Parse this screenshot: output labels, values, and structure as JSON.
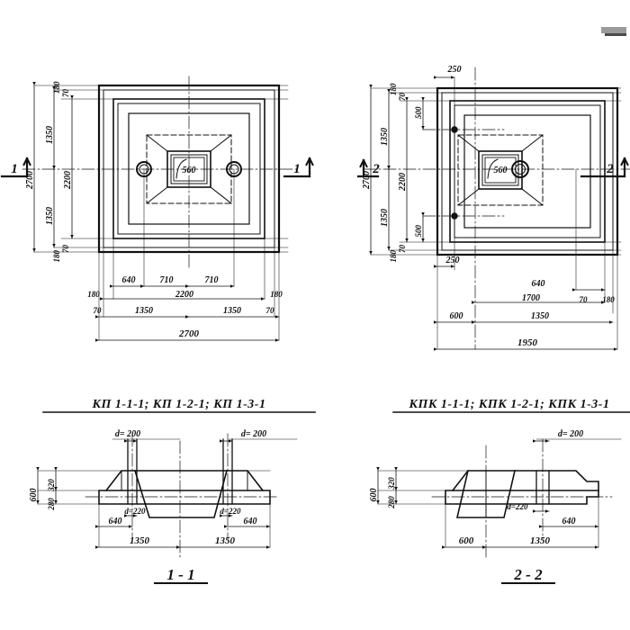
{
  "document": {
    "type": "engineering-drawing",
    "language": "ru",
    "sheet_title": "",
    "units": "mm"
  },
  "views": {
    "plan_left": {
      "name": "plan-kp",
      "title": "КП 1-1-1; КП 1-2-1; КП 1-3-1",
      "section_mark_left": "1",
      "section_mark_right": "1",
      "center_label": "560",
      "dims_left": [
        "2700",
        "1350",
        "2200",
        "1350",
        "70",
        "180",
        "70",
        "180"
      ],
      "dims_bottom_row1": [
        "640",
        "710",
        "710"
      ],
      "dims_bottom_row2": [
        "180",
        "2200",
        "180"
      ],
      "dims_bottom_row3": [
        "70",
        "1350",
        "1350",
        "70"
      ],
      "dims_bottom_row4": [
        "2700"
      ]
    },
    "plan_right": {
      "name": "plan-kpk",
      "title": "КПК 1-1-1; КПК 1-2-1; КПК 1-3-1",
      "section_mark_left": "2",
      "section_mark_right": "2",
      "center_label": "560",
      "dims_top": [
        "250"
      ],
      "dims_bottom_small": [
        "250"
      ],
      "dims_left": [
        "2700",
        "1350",
        "2200",
        "1350",
        "70",
        "180",
        "500",
        "70",
        "180",
        "500"
      ],
      "dims_bottom_row1": [
        "640"
      ],
      "dims_bottom_row2": [
        "1700",
        "70",
        "180"
      ],
      "dims_bottom_row3": [
        "600",
        "1350"
      ],
      "dims_bottom_row4": [
        "1950"
      ]
    },
    "section_1_1": {
      "name": "section-1-1",
      "caption": "1 - 1",
      "dims_left": [
        "600",
        "320",
        "280"
      ],
      "labels_top": [
        "d= 200",
        "d= 200"
      ],
      "labels_inner": [
        "d=220",
        "d=220"
      ],
      "dims_bottom_row1": [
        "640",
        "640"
      ],
      "dims_bottom_row2": [
        "1350",
        "1350"
      ]
    },
    "section_2_2": {
      "name": "section-2-2",
      "caption": "2 - 2",
      "dims_left": [
        "600",
        "320",
        "280"
      ],
      "labels_top": [
        "d= 200"
      ],
      "labels_inner": [
        "d=220"
      ],
      "dims_bottom_row1": [
        "640"
      ],
      "dims_bottom_row2": [
        "600",
        "1350"
      ]
    }
  },
  "colors": {
    "ink": "#111111",
    "paper": "#ffffff",
    "smudge": "#9a9a9a"
  }
}
